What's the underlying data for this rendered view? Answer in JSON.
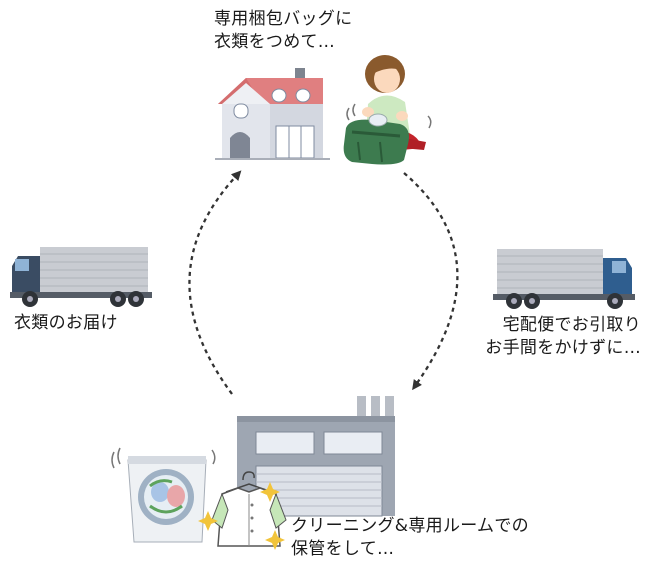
{
  "steps": {
    "packing": {
      "line1": "専用梱包バッグに",
      "line2": "衣類をつめて…"
    },
    "pickup": {
      "line1": "宅配便でお引取り",
      "line2": "お手間をかけずに…"
    },
    "cleaning": {
      "line1": "クリーニング&専用ルームでの",
      "line2": "保管をして…"
    },
    "delivery": {
      "line1": "衣類のお届け"
    }
  },
  "colors": {
    "roof": "#e07f80",
    "house_wall": "#dcdfe7",
    "building": "#9ea6b2",
    "truck": "#c9ccd2",
    "truck_cab": "#2f5e8f",
    "bag": "#3d7b4f",
    "shirt_sleeve": "#c6e7b8",
    "sparkle": "#f2c43a",
    "arrow": "#333333"
  },
  "icons": [
    "house-icon",
    "person-packing-icon",
    "garment-bag-icon",
    "truck-icon",
    "factory-icon",
    "washing-machine-icon",
    "shirt-icon",
    "sparkle-icon"
  ]
}
